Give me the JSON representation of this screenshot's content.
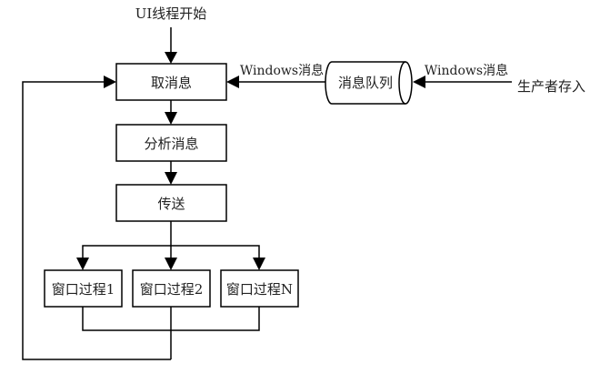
{
  "diagram": {
    "start_label": "UI线程开始",
    "nodes": {
      "fetch": "取消息",
      "analyze": "分析消息",
      "dispatch": "传送",
      "queue": "消息队列",
      "wndproc1": "窗口过程1",
      "wndproc2": "窗口过程2",
      "wndprocN": "窗口过程N"
    },
    "edge_labels": {
      "queue_to_fetch": "Windows消息",
      "producer_to_queue": "Windows消息"
    },
    "producer_label": "生产者存入"
  }
}
